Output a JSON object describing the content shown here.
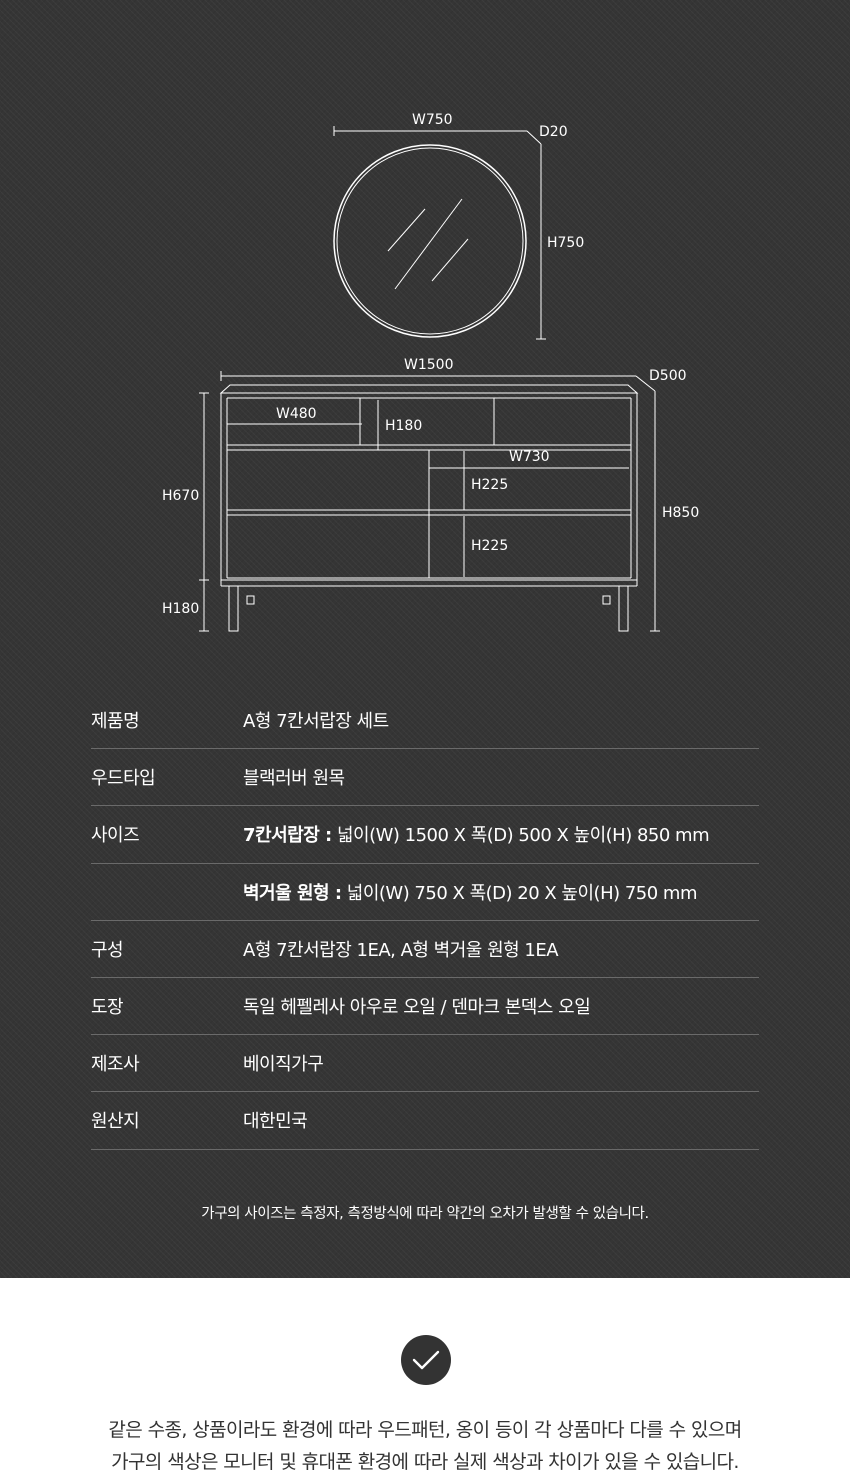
{
  "dimensions": {
    "mirror_width": "W750",
    "mirror_depth": "D20",
    "mirror_height": "H750",
    "cabinet_width": "W1500",
    "cabinet_depth": "D500",
    "drawer_width": "W480",
    "drawer_height": "H180",
    "door_width": "W730",
    "door_height_top": "H225",
    "door_height_bottom": "H225",
    "body_height": "H670",
    "leg_height": "H180",
    "total_height": "H850"
  },
  "spec": {
    "rows": [
      {
        "label": "제품명",
        "value": "A형 7칸서랍장 세트"
      },
      {
        "label": "우드타입",
        "value": "블랙러버 원목"
      },
      {
        "label": "사이즈",
        "bold": "7칸서랍장 :",
        "value": " 넓이(W) 1500 X 폭(D) 500 X 높이(H) 850 mm"
      },
      {
        "label": "",
        "bold": "벽거울 원형 :",
        "value": " 넓이(W) 750 X 폭(D) 20 X 높이(H) 750 mm"
      },
      {
        "label": "구성",
        "value": "A형 7칸서랍장 1EA, A형 벽거울 원형 1EA"
      },
      {
        "label": "도장",
        "value": "독일 헤펠레사 아우로 오일 / 덴마크 본덱스 오일"
      },
      {
        "label": "제조사",
        "value": "베이직가구"
      },
      {
        "label": "원산지",
        "value": "대한민국"
      }
    ]
  },
  "note": "가구의 사이즈는 측정자, 측정방식에 따라 약간의 오차가 발생할 수 있습니다.",
  "caution": {
    "icon": "check-icon",
    "line1": "같은 수종, 상품이라도 환경에 따라 우드패턴, 옹이 등이 각 상품마다 다를 수 있으며",
    "line2": "가구의 색상은 모니터 및 휴대폰 환경에 따라 실제 색상과 차이가 있을 수 있습니다."
  },
  "colors": {
    "background_dark": "#353535",
    "background_light": "#ffffff",
    "line": "#ffffff",
    "badge": "#333333"
  }
}
